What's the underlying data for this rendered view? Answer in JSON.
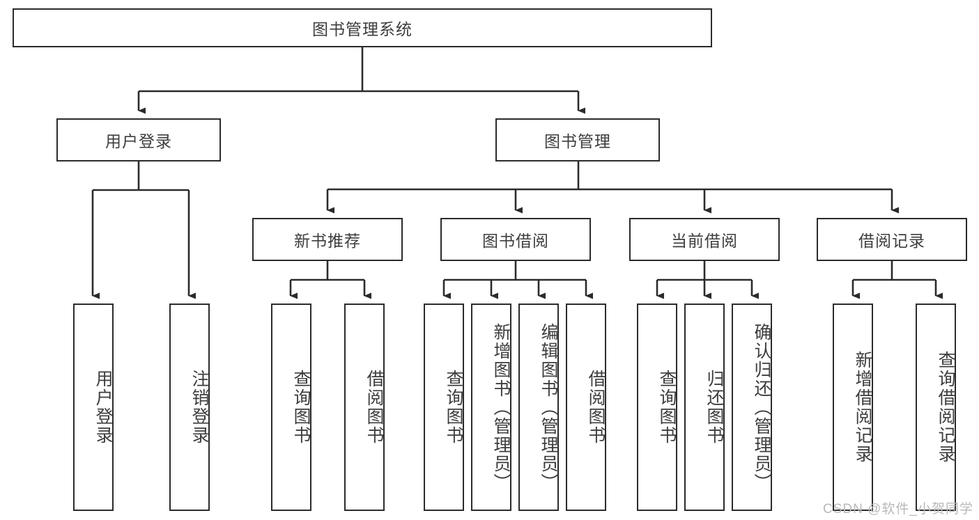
{
  "diagram": {
    "type": "tree-hierarchy-chart",
    "title": "图书管理系统",
    "watermark": "CSDN @软件_小贺同学",
    "colors": {
      "background": "#ffffff",
      "border": "#2b2b2b",
      "text": "#3d3d3d",
      "edge": "#2b2b2b",
      "watermark": "#b9b9b9"
    },
    "levels": {
      "root": {
        "label": "图书管理系统"
      },
      "level2": [
        {
          "label": "用户登录"
        },
        {
          "label": "图书管理"
        }
      ],
      "level3": [
        {
          "label": "新书推荐"
        },
        {
          "label": "图书借阅"
        },
        {
          "label": "当前借阅"
        },
        {
          "label": "借阅记录"
        }
      ],
      "leaves": {
        "user_login": [
          {
            "label": "用户登录"
          },
          {
            "label": "注销登录"
          }
        ],
        "new_book_recommend": [
          {
            "label": "查询图书"
          },
          {
            "label": "借阅图书"
          }
        ],
        "book_borrow": [
          {
            "label": "查询图书"
          },
          {
            "label": "新增图书（管理员）"
          },
          {
            "label": "编辑图书（管理员）"
          },
          {
            "label": "借阅图书"
          }
        ],
        "current_borrow": [
          {
            "label": "查询图书"
          },
          {
            "label": "归还图书"
          },
          {
            "label": "确认归还（管理员）"
          }
        ],
        "borrow_record": [
          {
            "label": "新增借阅记录"
          },
          {
            "label": "查询借阅记录"
          }
        ]
      }
    }
  }
}
